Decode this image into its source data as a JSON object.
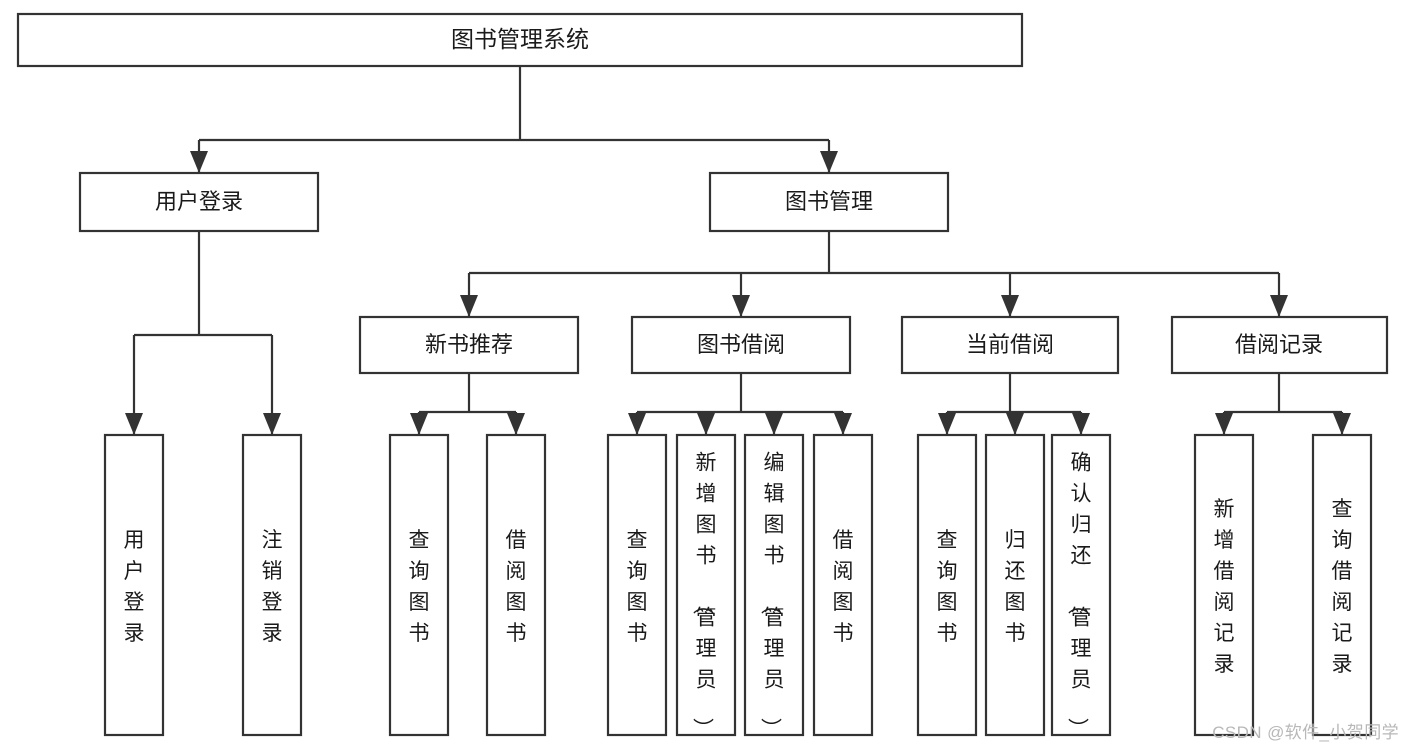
{
  "diagram": {
    "title": "图书管理系统",
    "type": "tree-hierarchy",
    "watermark": "CSDN @软件_小贺同学",
    "colors": {
      "stroke": "#333333",
      "box_fill": "#ffffff",
      "text": "#1a1a1a",
      "background": "#ffffff",
      "watermark": "#b8b8b8"
    },
    "root": {
      "label": "图书管理系统"
    },
    "level2": [
      {
        "label": "用户登录"
      },
      {
        "label": "图书管理"
      }
    ],
    "level3": [
      {
        "label": "新书推荐"
      },
      {
        "label": "图书借阅"
      },
      {
        "label": "当前借阅"
      },
      {
        "label": "借阅记录"
      }
    ],
    "leaves": {
      "user_login": [
        {
          "label": "用户登录"
        },
        {
          "label": "注销登录"
        }
      ],
      "new_book_recommend": [
        {
          "label": "查询图书"
        },
        {
          "label": "借阅图书"
        }
      ],
      "book_borrow": [
        {
          "label": "查询图书"
        },
        {
          "label": "新增图书（管理员）"
        },
        {
          "label": "编辑图书（管理员）"
        },
        {
          "label": "借阅图书"
        }
      ],
      "current_borrow": [
        {
          "label": "查询图书"
        },
        {
          "label": "归还图书"
        },
        {
          "label": "确认归还（管理员）"
        }
      ],
      "borrow_record": [
        {
          "label": "新增借阅记录"
        },
        {
          "label": "查询借阅记录"
        }
      ]
    }
  }
}
